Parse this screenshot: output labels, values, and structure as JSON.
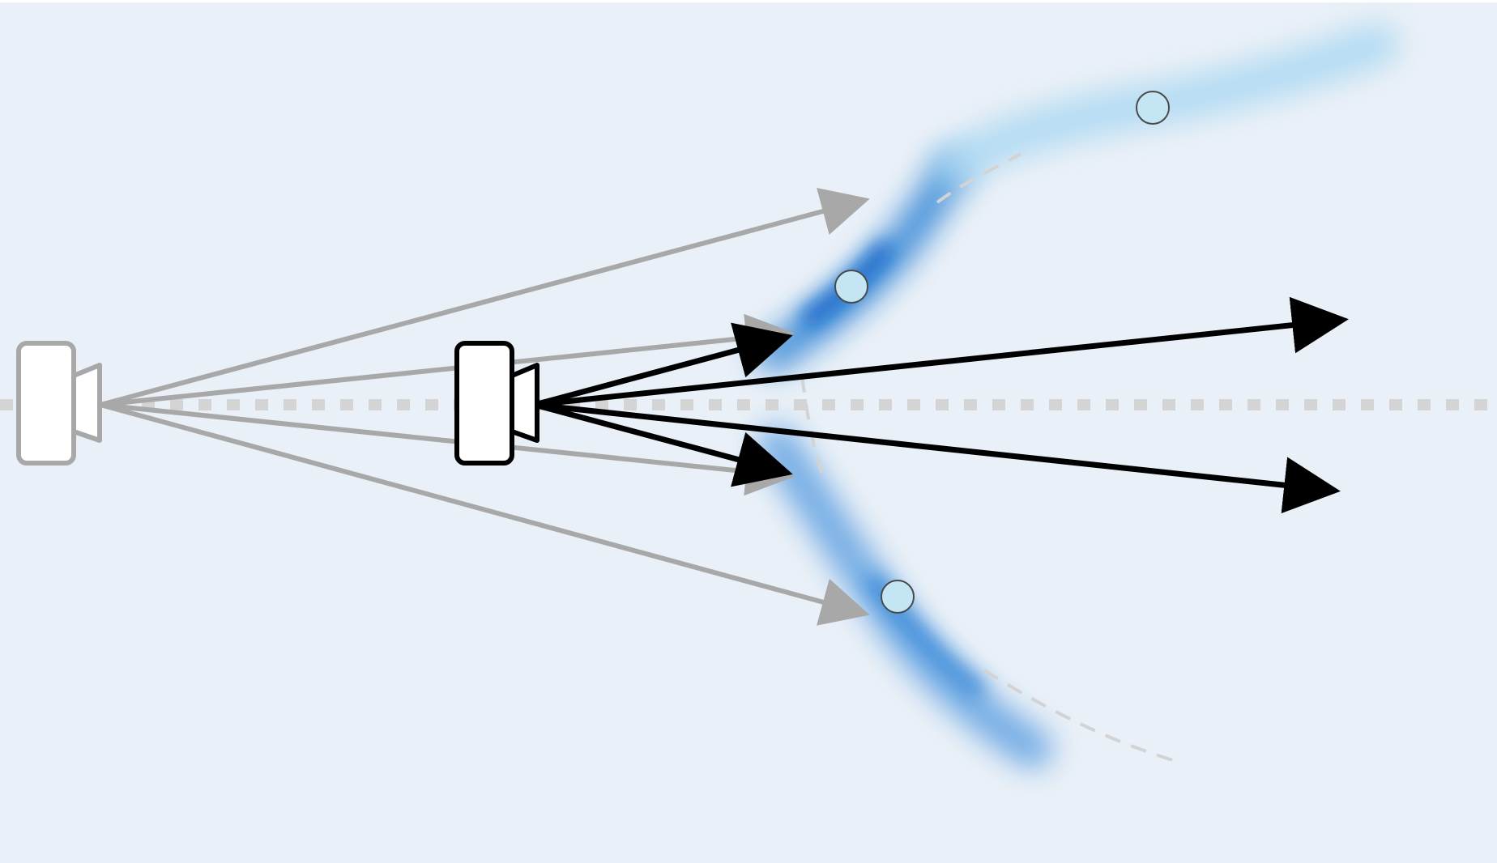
{
  "diagram": {
    "kind": "camera-ray-sampling",
    "cameras": [
      {
        "name": "previous-camera",
        "state": "faded"
      },
      {
        "name": "current-camera",
        "state": "active"
      }
    ],
    "rays": {
      "previous_camera_count": 4,
      "current_camera_count": 4,
      "current_camera_extended_count": 2
    },
    "sample_points": 3,
    "colors": {
      "background": "#eaf0f7",
      "faded_gray": "#a8a8a8",
      "axis_gray": "#d4d4d4",
      "active_black": "#000000",
      "blob_blue": "#1f78d1",
      "light_blue": "#aad8f2",
      "sample_fill": "#c4e6f4"
    },
    "icons": [
      "camera-icon",
      "camera-icon"
    ]
  }
}
